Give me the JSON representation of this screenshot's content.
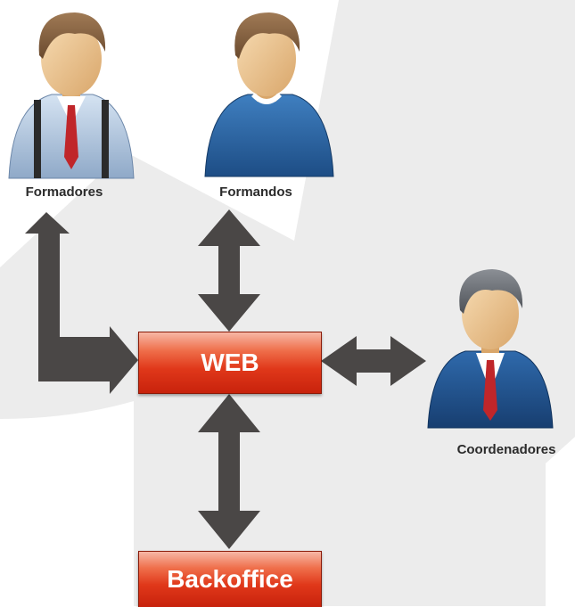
{
  "nodes": {
    "formadores": {
      "label": "Formadores",
      "icon": "man-blue-shirt-red-tie-suspenders-icon"
    },
    "formandos": {
      "label": "Formandos",
      "icon": "man-blue-sweater-icon"
    },
    "coordenadores": {
      "label": "Coordenadores",
      "icon": "man-suit-red-tie-icon"
    },
    "web": {
      "label": "WEB",
      "color": "#e0381a"
    },
    "backoffice": {
      "label": "Backoffice",
      "color": "#e0381a"
    }
  },
  "arrow_color": "#4a4746",
  "background_color": "#ececec"
}
